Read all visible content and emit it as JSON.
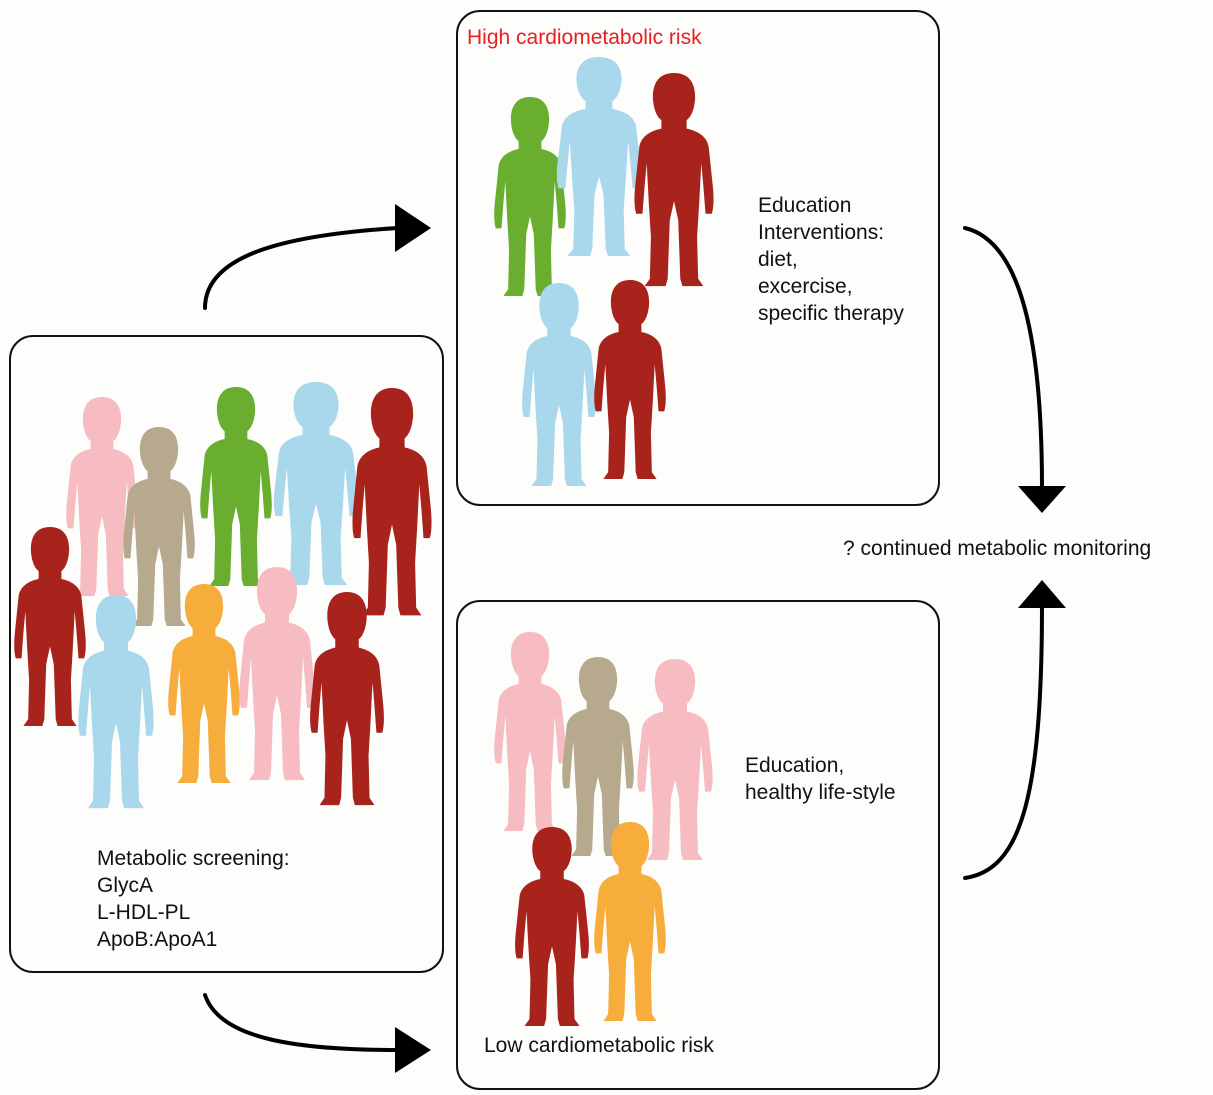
{
  "screening": {
    "heading": "Metabolic screening:",
    "markers": [
      "GlycA",
      "L-HDL-PL",
      "ApoB:ApoA1"
    ]
  },
  "high_risk": {
    "title": "High cardiometabolic risk",
    "lines": [
      "Education",
      "Interventions:",
      "diet,",
      "excercise,",
      "specific therapy"
    ]
  },
  "low_risk": {
    "title": "Low cardiometabolic risk",
    "lines": [
      "Education,",
      "healthy life-style"
    ]
  },
  "outcome": {
    "label": "? continued metabolic monitoring"
  },
  "colors": {
    "pink": "#f7bcc1",
    "tan": "#b7a98e",
    "green": "#6aae2f",
    "blue": "#a9d8ec",
    "red": "#a8231c",
    "orange": "#f6ad3c",
    "high_title": "#e8201e"
  },
  "figure_groups": {
    "screening": [
      "pink",
      "tan",
      "green",
      "blue",
      "red",
      "red",
      "blue",
      "orange",
      "pink",
      "red"
    ],
    "high_risk": [
      "green",
      "blue",
      "red",
      "blue",
      "red"
    ],
    "low_risk": [
      "pink",
      "tan",
      "pink",
      "red",
      "orange"
    ]
  }
}
